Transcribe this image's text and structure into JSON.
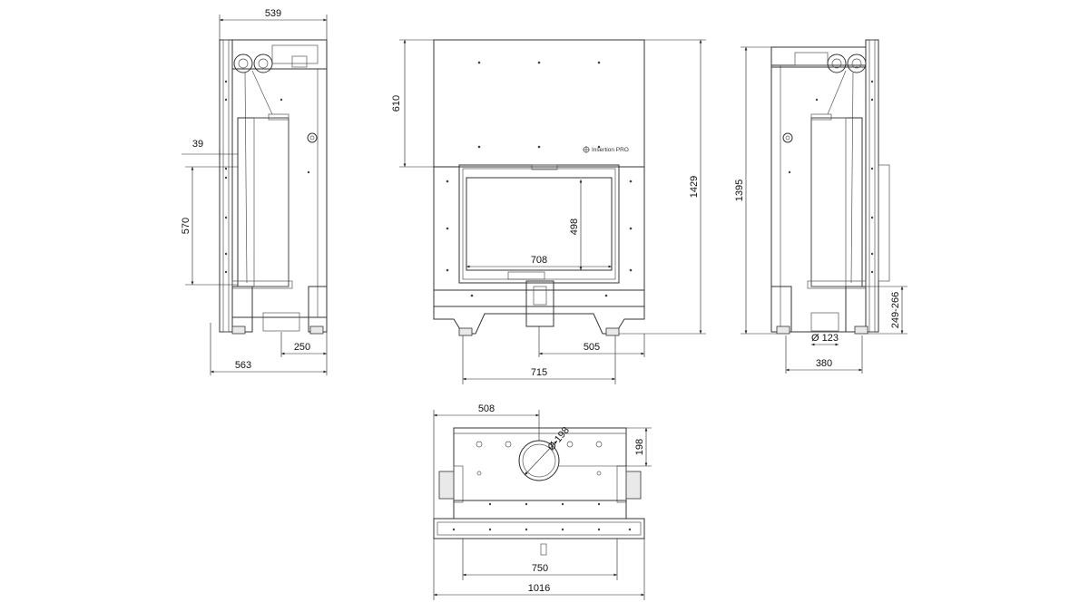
{
  "brand_label": "Insertion PRO",
  "dimensions": {
    "side_left_top_width": "539",
    "side_left_offset": "39",
    "side_left_height": "570",
    "side_left_outlet": "250",
    "side_left_depth": "563",
    "front_upper_height": "610",
    "front_total_height": "1429",
    "front_glass_height": "498",
    "front_glass_width": "708",
    "front_outlet_offset": "505",
    "front_base_width": "715",
    "side_right_height": "1395",
    "side_right_leg_range": "249-266",
    "side_right_air_inlet": "Ø 123",
    "side_right_depth": "380",
    "top_offset": "508",
    "top_flue_diameter": "Ø 198",
    "top_depth": "198",
    "top_inner_width": "750",
    "top_overall_width": "1016"
  }
}
